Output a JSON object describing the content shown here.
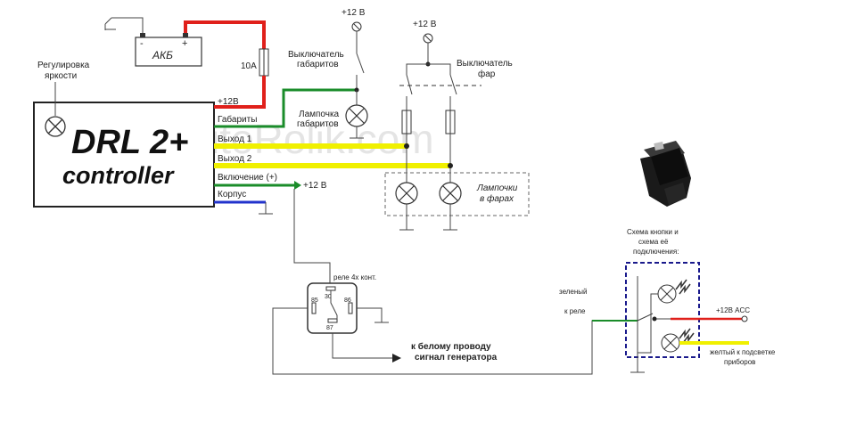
{
  "watermark": "AutoRolik.com",
  "controller": {
    "title_line1": "DRL 2+",
    "title_line2": "controller",
    "brightness_label_line1": "Регулировка",
    "brightness_label_line2": "яркости",
    "pins": [
      "+12B",
      "Габариты",
      "Выход 1",
      "Выход 2",
      "Включение (+)",
      "Корпус"
    ]
  },
  "battery": {
    "label": "АКБ",
    "minus": "-",
    "plus": "+",
    "fuse": "10A"
  },
  "top_circuit": {
    "supply_left": "+12 В",
    "supply_right": "+12 В",
    "parking_switch_line1": "Выключатель",
    "parking_switch_line2": "габаритов",
    "parking_lamp_line1": "Лампочка",
    "parking_lamp_line2": "габаритов",
    "headlight_switch_line1": "Выключатель",
    "headlight_switch_line2": "фар",
    "headlamps_line1": "Лампочки",
    "headlamps_line2": "в фарах",
    "enable_supply": "+12 В"
  },
  "relay": {
    "title": "реле 4х конт.",
    "pins": [
      "30",
      "85",
      "86",
      "87"
    ],
    "generator_line1": "к белому проводу",
    "generator_line2": "сигнал генератора"
  },
  "button": {
    "caption_line1": "Схема кнопки и",
    "caption_line2": "схема её",
    "caption_line3": "подключения:",
    "green_label": "зеленый",
    "to_relay_label": "к реле",
    "acc_label": "+12В ACC",
    "yellow_line1": "желтый к подсветке",
    "yellow_line2": "приборов"
  },
  "colors": {
    "red": "#e0201b",
    "green": "#1a8c2a",
    "yellow": "#f0f000",
    "blue": "#2233cc",
    "navy_dash": "#1a1a8c"
  }
}
